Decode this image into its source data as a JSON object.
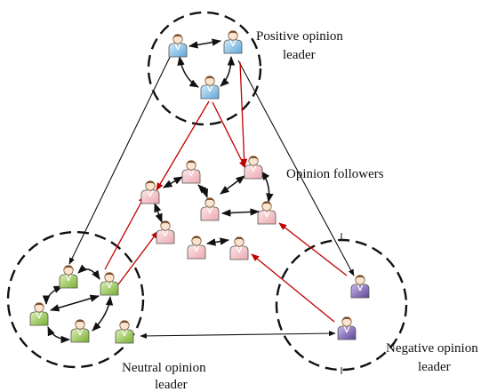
{
  "labels": {
    "positive": [
      "Positive opinion",
      "leader"
    ],
    "followers": "Opinion followers",
    "neutral": [
      "Neutral opinion",
      "leader"
    ],
    "negative": [
      "Negative opinion",
      "leader"
    ]
  },
  "colors": {
    "positive_leader": "#8ec3ea",
    "neutral_leader": "#a6d35a",
    "negative_leader": "#8e74c0",
    "follower": "#f7c7cb",
    "black_arrow": "#111111",
    "red_arrow": "#c00000"
  },
  "icons": {
    "person": "person-icon",
    "ring": "dashed-circle-boundary"
  }
}
